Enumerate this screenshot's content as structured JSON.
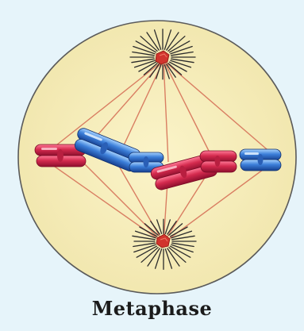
{
  "figure": {
    "caption": "Metaphase"
  },
  "colors": {
    "background": "#e6f4fa",
    "cell_fill": "#f8f0bf",
    "cell_border": "#5a5a5a",
    "spindle_fibers": "#d97e62",
    "aster_rays": "#2b2b2b",
    "centrosome": "#d1342d",
    "chromosome_red": "#d42a4e",
    "chromosome_blue": "#2f6fd1"
  },
  "structures": [
    {
      "name": "cell",
      "icon": "cell-membrane"
    },
    {
      "name": "upper-centrosome",
      "icon": "centrosome-icon"
    },
    {
      "name": "lower-centrosome",
      "icon": "centrosome-icon"
    },
    {
      "name": "spindle",
      "icon": "spindle-fibers"
    },
    {
      "name": "chromosomes-at-metaphase-plate",
      "count": 6
    }
  ]
}
